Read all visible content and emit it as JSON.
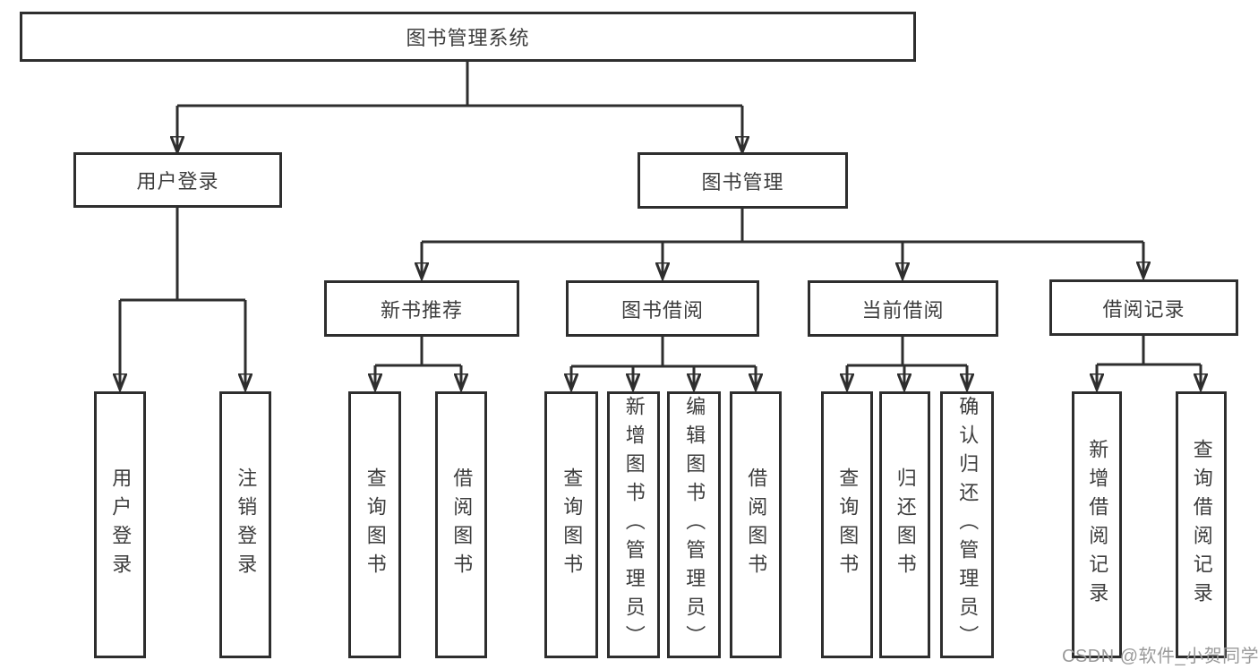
{
  "diagram": {
    "title": "图书管理系统",
    "watermark": "CSDN @软件_小贺同学",
    "colors": {
      "background": "#ffffff",
      "line": "#2e2e2e",
      "text": "#3d3d3d",
      "watermark": "#9a9a9a"
    },
    "nodes": {
      "root": {
        "label": "图书管理系统"
      },
      "user_login": {
        "label": "用户登录"
      },
      "book_mgmt": {
        "label": "图书管理"
      },
      "new_book_rec": {
        "label": "新书推荐"
      },
      "book_borrow": {
        "label": "图书借阅"
      },
      "current_borrow": {
        "label": "当前借阅"
      },
      "borrow_record": {
        "label": "借阅记录"
      },
      "leaf_user_login": {
        "label": "用户登录"
      },
      "leaf_logout": {
        "label": "注销登录"
      },
      "leaf_nbr_query": {
        "label": "查询图书"
      },
      "leaf_nbr_borrow": {
        "label": "借阅图书"
      },
      "leaf_bb_query": {
        "label": "查询图书"
      },
      "leaf_bb_add": {
        "label": "新增图书（管理员）"
      },
      "leaf_bb_edit": {
        "label": "编辑图书（管理员）"
      },
      "leaf_bb_borrow": {
        "label": "借阅图书"
      },
      "leaf_cb_query": {
        "label": "查询图书"
      },
      "leaf_cb_return": {
        "label": "归还图书"
      },
      "leaf_cb_confirm": {
        "label": "确认归还（管理员）"
      },
      "leaf_br_add": {
        "label": "新增借阅记录"
      },
      "leaf_br_query": {
        "label": "查询借阅记录"
      }
    },
    "structure": [
      {
        "parent": "图书管理系统",
        "children": [
          "用户登录",
          "图书管理"
        ]
      },
      {
        "parent": "用户登录",
        "children": [
          "用户登录",
          "注销登录"
        ]
      },
      {
        "parent": "图书管理",
        "children": [
          "新书推荐",
          "图书借阅",
          "当前借阅",
          "借阅记录"
        ]
      },
      {
        "parent": "新书推荐",
        "children": [
          "查询图书",
          "借阅图书"
        ]
      },
      {
        "parent": "图书借阅",
        "children": [
          "查询图书",
          "新增图书（管理员）",
          "编辑图书（管理员）",
          "借阅图书"
        ]
      },
      {
        "parent": "当前借阅",
        "children": [
          "查询图书",
          "归还图书",
          "确认归还（管理员）"
        ]
      },
      {
        "parent": "借阅记录",
        "children": [
          "新增借阅记录",
          "查询借阅记录"
        ]
      }
    ]
  }
}
